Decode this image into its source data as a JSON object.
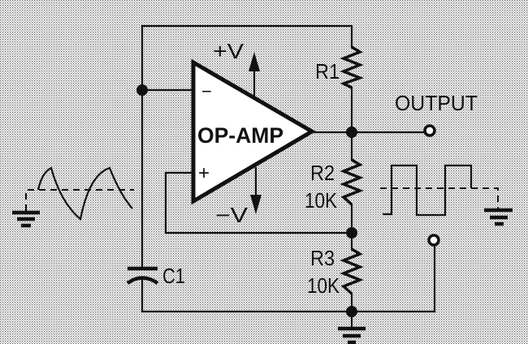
{
  "diagram": {
    "title": "Op-amp square/triangle wave oscillator",
    "opamp": {
      "label": "OP-AMP",
      "inverting": "−",
      "noninverting": "+"
    },
    "supply": {
      "positive": "+V",
      "negative": "−V"
    },
    "components": [
      {
        "id": "R1",
        "label": "R1",
        "value": ""
      },
      {
        "id": "R2",
        "label": "R2",
        "value": "10K"
      },
      {
        "id": "R3",
        "label": "R3",
        "value": "10K"
      },
      {
        "id": "C1",
        "label": "C1",
        "value": ""
      }
    ],
    "output_label": "OUTPUT",
    "waveforms": {
      "capacitor": "triangle",
      "output": "square"
    },
    "colors": {
      "ink": "#111111",
      "paper": "#ffffff",
      "screen": "#d9d9d9"
    }
  }
}
